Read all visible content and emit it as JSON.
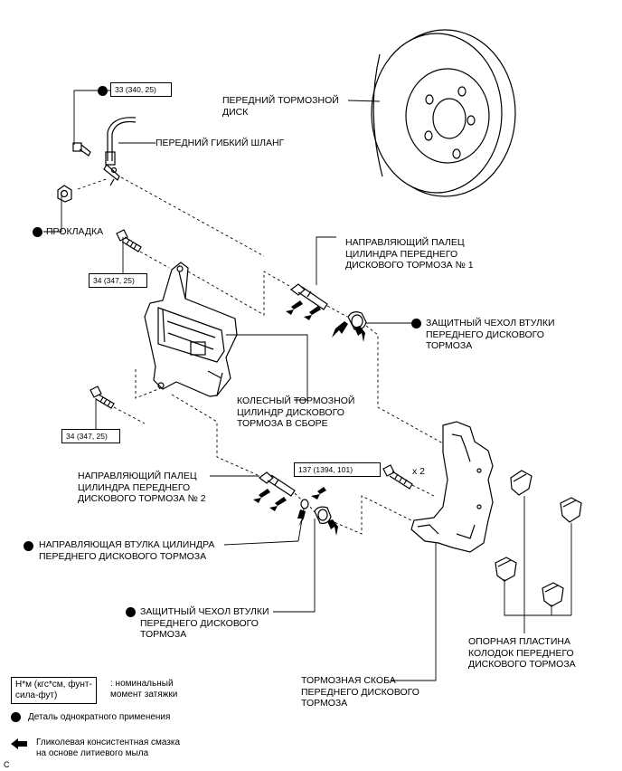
{
  "labels": {
    "disc": [
      "ПЕРЕДНИЙ ТОРМОЗНОЙ",
      "ДИСК"
    ],
    "hose": "ПЕРЕДНИЙ ГИБКИЙ ШЛАНГ",
    "gasket": "ПРОКЛАДКА",
    "pin1": [
      "НАПРАВЛЯЮЩИЙ ПАЛЕЦ",
      "ЦИЛИНДРА ПЕРЕДНЕГО",
      "ДИСКОВОГО ТОРМОЗА № 1"
    ],
    "boot_top": [
      "ЗАЩИТНЫЙ ЧЕХОЛ ВТУЛКИ",
      "ПЕРЕДНЕГО ДИСКОВОГО",
      "ТОРМОЗА"
    ],
    "cylinder": [
      "КОЛЕСНЫЙ ТОРМОЗНОЙ",
      "ЦИЛИНДР ДИСКОВОГО",
      "ТОРМОЗА В СБОРЕ"
    ],
    "pin2": [
      "НАПРАВЛЯЮЩИЙ ПАЛЕЦ",
      "ЦИЛИНДРА ПЕРЕДНЕГО",
      "ДИСКОВОГО ТОРМОЗА № 2"
    ],
    "bushing": [
      "НАПРАВЛЯЮЩАЯ ВТУЛКА ЦИЛИНДРА",
      "ПЕРЕДНЕГО ДИСКОВОГО ТОРМОЗА"
    ],
    "boot_bottom": [
      "ЗАЩИТНЫЙ ЧЕХОЛ ВТУЛКИ",
      "ПЕРЕДНЕГО ДИСКОВОГО",
      "ТОРМОЗА"
    ],
    "plate": [
      "ОПОРНАЯ ПЛАСТИНА",
      "КОЛОДОК ПЕРЕДНЕГО",
      "ДИСКОВОГО ТОРМОЗА"
    ],
    "caliper": [
      "ТОРМОЗНАЯ СКОБА",
      "ПЕРЕДНЕГО ДИСКОВОГО",
      "ТОРМОЗА"
    ],
    "x2": "x 2"
  },
  "torques": {
    "t1": "33 (340, 25)",
    "t2": "34 (347, 25)",
    "t3": "34 (347, 25)",
    "t4": "137 (1394, 101)"
  },
  "legend": {
    "unit_box": [
      "Н*м (кгс*см, фунт-",
      "сила-фут)"
    ],
    "unit_desc": [
      ": номинальный",
      "момент затяжки"
    ],
    "single_use": "Деталь однократного применения",
    "grease": [
      "Гликолевая консистентная смазка",
      "на основе литиевого мыла"
    ]
  },
  "corner_mark": "C"
}
